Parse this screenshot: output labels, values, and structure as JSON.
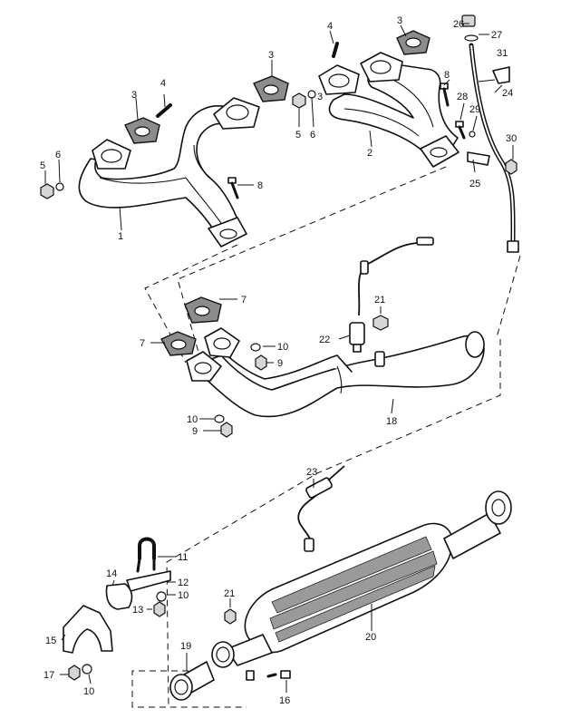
{
  "diagram": {
    "callouts": {
      "c1": "1",
      "c2": "2",
      "c3a": "3",
      "c3b": "3",
      "c3c": "3",
      "c3d": "3",
      "c4a": "4",
      "c4b": "4",
      "c5a": "5",
      "c5b": "5",
      "c6a": "6",
      "c6b": "6",
      "c7a": "7",
      "c7b": "7",
      "c8a": "8",
      "c8b": "8",
      "c9a": "9",
      "c9b": "9",
      "c10a": "10",
      "c10b": "10",
      "c10c": "10",
      "c10d": "10",
      "c11": "11",
      "c12": "12",
      "c13": "13",
      "c14": "14",
      "c15": "15",
      "c16": "16",
      "c17": "17",
      "c18": "18",
      "c19": "19",
      "c20": "20",
      "c21a": "21",
      "c21b": "21",
      "c22": "22",
      "c23": "23",
      "c24": "24",
      "c25": "25",
      "c26": "26",
      "c27": "27",
      "c28": "28",
      "c29": "29",
      "c30": "30",
      "c31": "31"
    }
  }
}
